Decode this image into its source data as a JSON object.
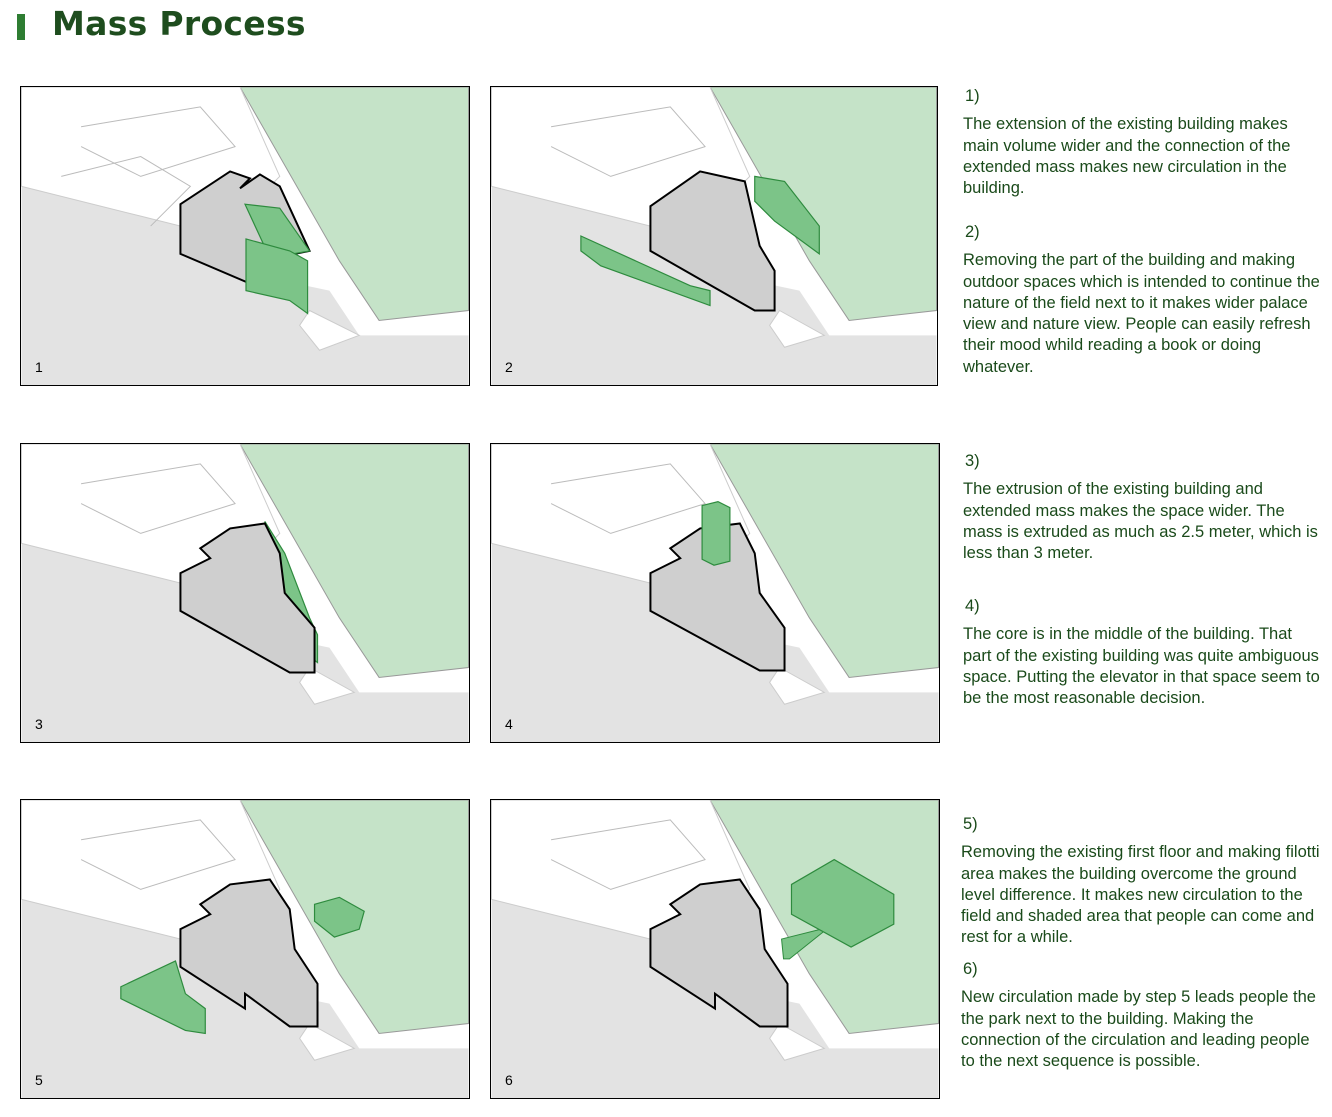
{
  "header": {
    "title": "Mass Process"
  },
  "panels": [
    {
      "number": "1"
    },
    {
      "number": "2"
    },
    {
      "number": "3"
    },
    {
      "number": "4"
    },
    {
      "number": "5"
    },
    {
      "number": "6"
    }
  ],
  "notes": [
    {
      "number": "1)",
      "text": "The extension of the existing building makes main volume wider and the connection of the extended mass makes new circulation in the building."
    },
    {
      "number": "2)",
      "text": "Removing the part of the building and making outdoor spaces which is intended to continue the nature of the field next to it makes wider palace view and nature view. People can easily refresh their mood whild reading a book or doing whatever."
    },
    {
      "number": "3)",
      "text": "The extrusion of the existing building and extended mass makes the space wider. The mass is extruded as much as 2.5 meter, which is less than 3 meter."
    },
    {
      "number": "4)",
      "text": "The core is in the middle of the building. That part of the existing building was quite ambiguous space. Putting the elevator in that space seem to be the most reasonable decision."
    },
    {
      "number": "5)",
      "text": "Removing the existing first floor and making filotti area makes the building overcome the ground level difference. It makes new circulation to the field and shaded area that people can come and rest for a while."
    },
    {
      "number": "6)",
      "text": "New circulation made by step 5 leads people the the park next to the building. Making the connection of the circulation and leading people to the next sequence is possible."
    }
  ],
  "colors": {
    "title": "#1e4d1e",
    "accent_bar": "#2e7d32",
    "park": "#c5e3c8",
    "ground": "#e3e3e3",
    "building": "#cfcfcf",
    "new_mass": "#7cc488"
  }
}
